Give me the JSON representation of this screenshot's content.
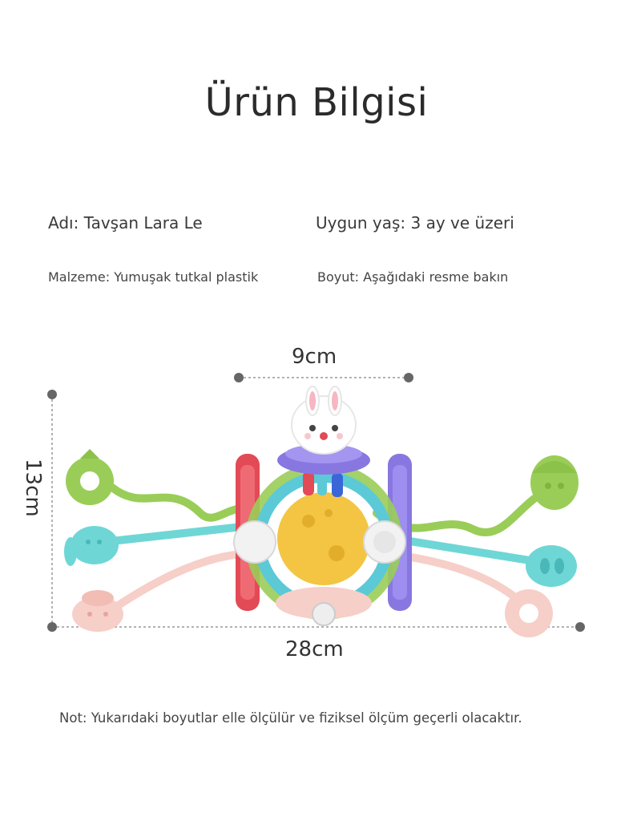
{
  "header": {
    "title": "Ürün Bilgisi"
  },
  "info": {
    "name": "Adı: Tavşan Lara Le",
    "age": "Uygun yaş: 3 ay ve üzeri",
    "material": "Malzeme: Yumuşak tutkal plastik",
    "size": "Boyut: Aşağıdaki resme bakın"
  },
  "dimensions": {
    "top_width": "9cm",
    "height": "13cm",
    "total_width": "28cm"
  },
  "note": "Not: Yukarıdaki boyutlar elle ölçülür ve fiziksel ölçüm geçerli olacaktır.",
  "colors": {
    "green": "#9acd58",
    "cyan": "#6fd6d6",
    "pink": "#f6cfc8",
    "red": "#e24a55",
    "purple": "#8877e0",
    "yellow": "#f3c543",
    "teal_ring": "#5cc9d6",
    "dot": "#666666"
  },
  "product_image": {
    "subject": "rabbit-sensory-toy"
  }
}
